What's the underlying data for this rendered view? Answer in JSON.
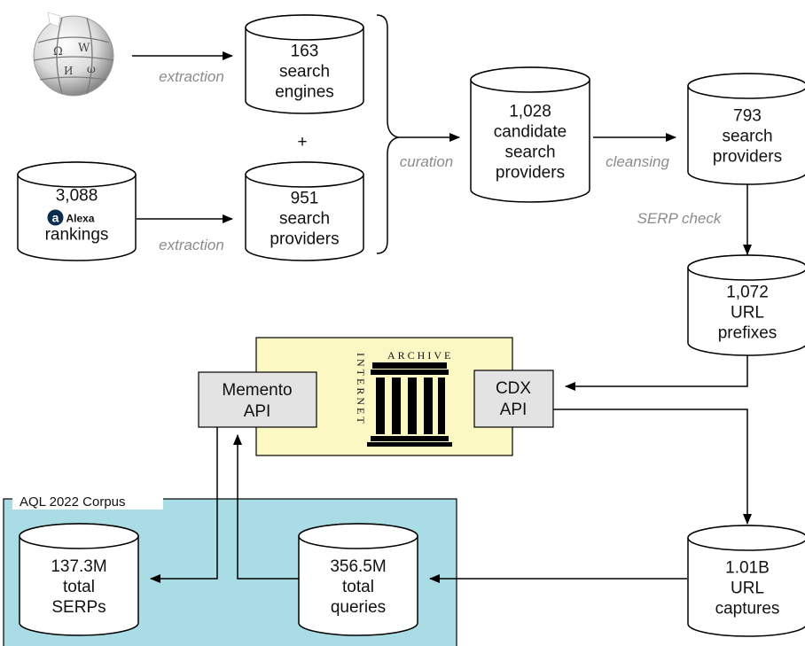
{
  "nodes": {
    "wiki_engines": {
      "lines": [
        "163",
        "search",
        "engines"
      ]
    },
    "alexa": {
      "count": "3,088",
      "brand": "Alexa",
      "sub": "rankings"
    },
    "alexa_providers": {
      "lines": [
        "951",
        "search",
        "providers"
      ]
    },
    "candidates": {
      "lines": [
        "1,028",
        "candidate",
        "search",
        "providers"
      ]
    },
    "providers": {
      "lines": [
        "793",
        "search",
        "providers"
      ]
    },
    "prefixes": {
      "lines": [
        "1,072",
        "URL",
        "prefixes"
      ]
    },
    "captures": {
      "lines": [
        "1.01B",
        "URL",
        "captures"
      ]
    },
    "queries": {
      "lines": [
        "356.5M",
        "total",
        "queries"
      ]
    },
    "serps": {
      "lines": [
        "137.3M",
        "total",
        "SERPs"
      ]
    }
  },
  "plus": "+",
  "edges": {
    "extraction_top": "extraction",
    "extraction_bottom": "extraction",
    "curation": "curation",
    "cleansing": "cleansing",
    "serp_check": "SERP check"
  },
  "archive": {
    "word_archive": "ARCHIVE",
    "word_internet": "INTERNET",
    "memento": [
      "Memento",
      "API"
    ],
    "cdx": [
      "CDX",
      "API"
    ]
  },
  "corpus": {
    "title": "AQL 2022 Corpus"
  },
  "colors": {
    "archive_bg": "#fbf8c4",
    "corpus_bg": "#a9dce5",
    "api_box": "#e3e3e3",
    "label_gray": "#8c8c8c"
  }
}
